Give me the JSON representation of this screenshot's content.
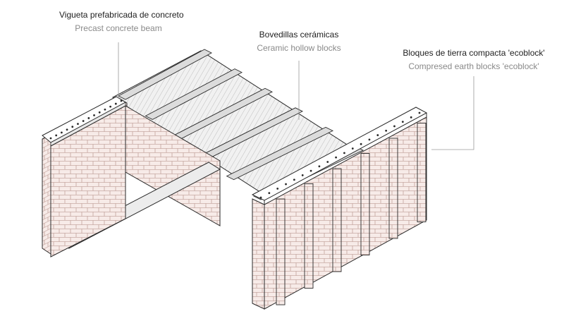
{
  "diagram": {
    "labels": [
      {
        "id": "beam",
        "spanish": "Vigueta prefabricada de concreto",
        "english": "Precast concrete beam"
      },
      {
        "id": "blocks",
        "spanish": "Bovedillas cerámicas",
        "english": "Ceramic hollow blocks"
      },
      {
        "id": "earth",
        "spanish": "Bloques de tierra compacta 'ecoblock'",
        "english": "Compresed earth blocks 'ecoblock'"
      }
    ],
    "colors": {
      "stroke": "#2a2a2a",
      "brick_fill": "#f7ebe8",
      "mortar_line": "#b08a82",
      "beam_fill": "#dcdcdc",
      "block_fill": "#f1f1f1",
      "leader": "#9a9a9a"
    }
  }
}
